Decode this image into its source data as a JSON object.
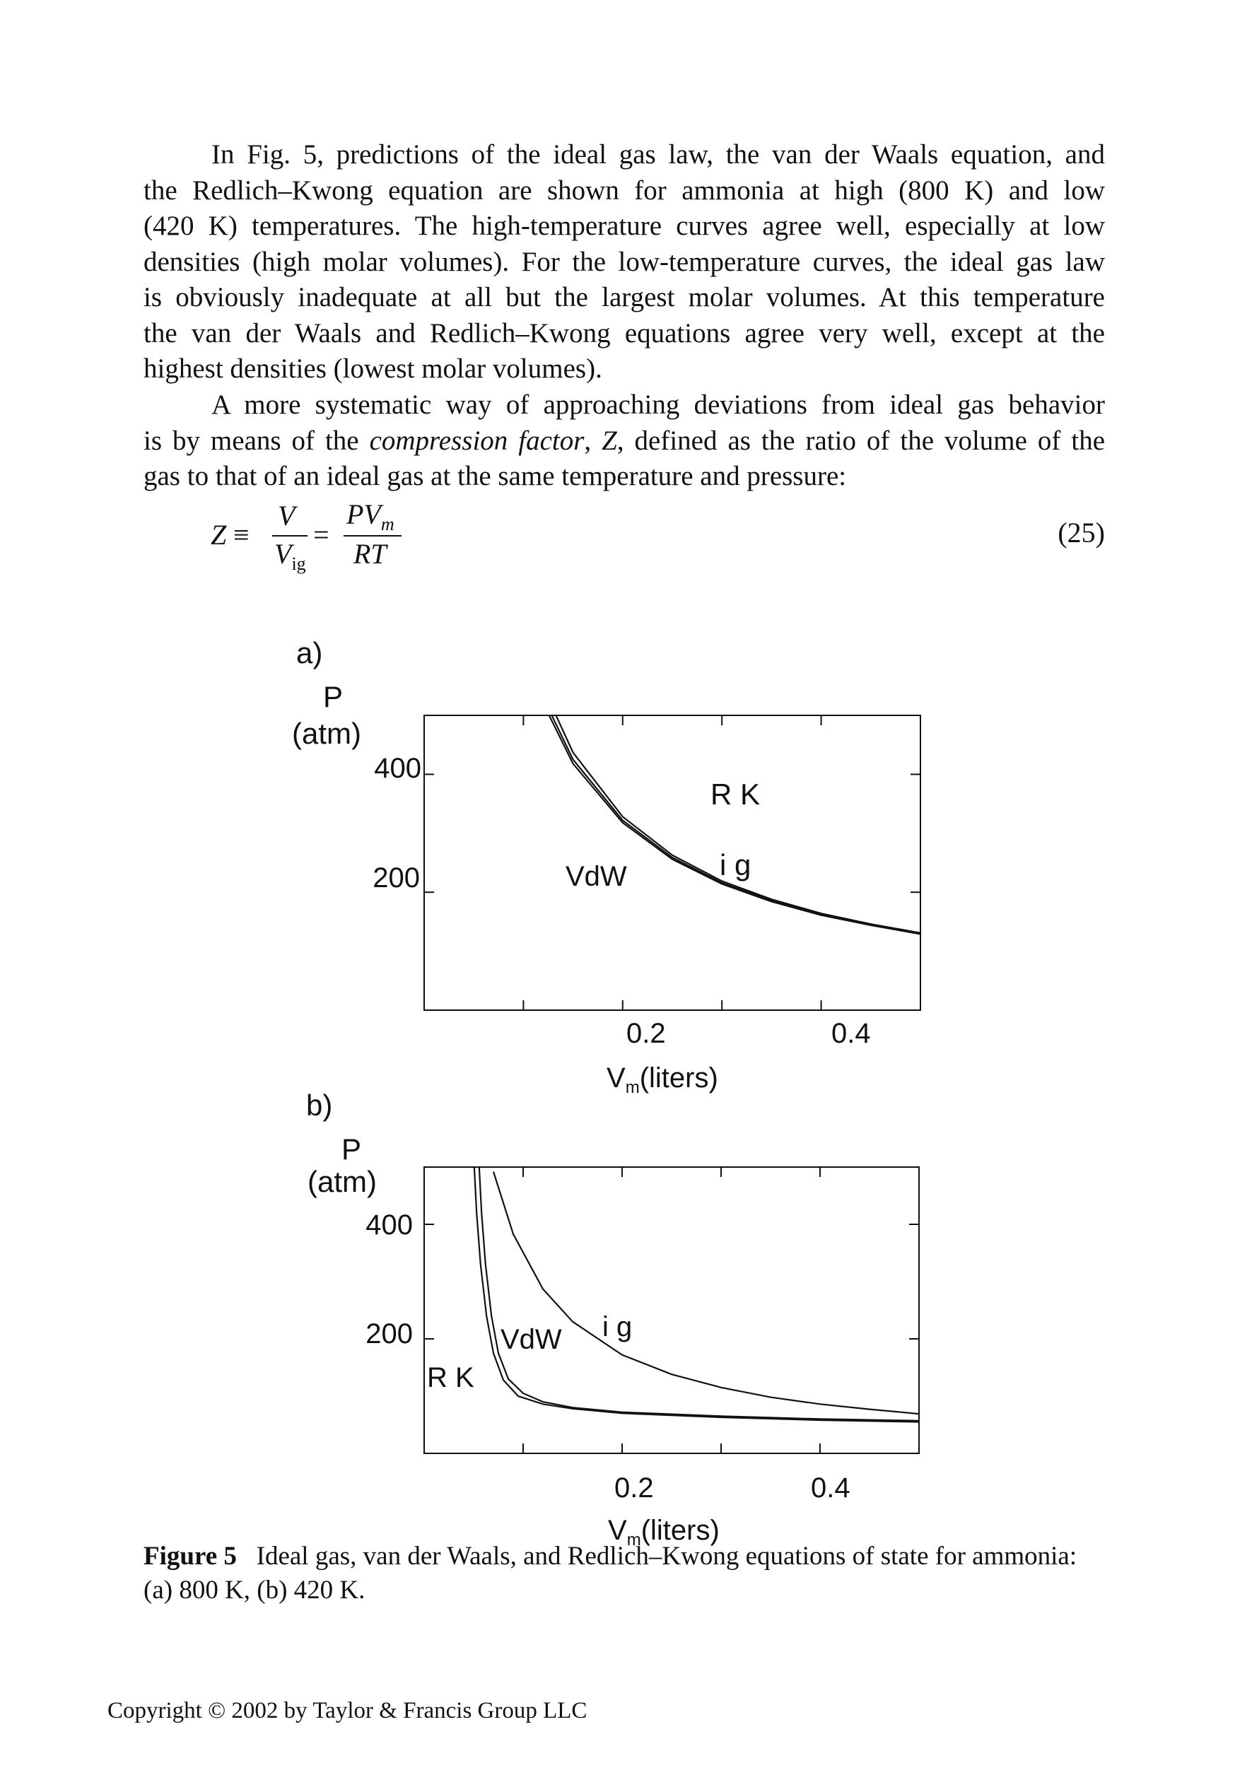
{
  "body_paragraphs": [
    {
      "lines": [
        "In Fig. 5, predictions of the ideal gas law, the van der Waals equation, and",
        "the Redlich–Kwong equation are shown for ammonia at high (800 K) and low",
        "(420 K) temperatures. The high-temperature curves agree well, especially at low",
        "densities (high molar volumes). For the low-temperature curves, the ideal gas law",
        "is obviously inadequate at all but the largest molar volumes. At this temperature",
        "the van der Waals and Redlich–Kwong equations agree very well, except at the",
        "highest densities (lowest molar volumes)."
      ]
    },
    {
      "lines_a": [
        "A more systematic way of approaching deviations from ideal gas behavior",
        "is by means of the "
      ],
      "emph": "compression factor",
      "after_emph": ", ",
      "z": "Z",
      "line2_rest": ", defined as the ratio of the volume of the",
      "line3": "gas to that of an ideal gas at the same temperature and pressure:"
    }
  ],
  "equation": {
    "lhs": "Z",
    "equiv": "≡",
    "num1": "V",
    "den1": "V",
    "den1_sub": "ig",
    "eq": "=",
    "num2": "PV",
    "num2_sub": "m",
    "den2": "RT",
    "number": "(25)"
  },
  "chart_data": [
    {
      "type": "line",
      "panel_label": "a)",
      "ylabel_top": "P",
      "ylabel_unit": "(atm)",
      "xlabel": "V",
      "xlabel_sub": "m",
      "xlabel_rest": "(liters)",
      "x_ticks": [
        "0.2",
        "0.4"
      ],
      "y_ticks": [
        "400",
        "200"
      ],
      "xlim": [
        0,
        0.5
      ],
      "ylim": [
        0,
        500
      ],
      "labels": [
        "R K",
        "i g",
        "VdW"
      ],
      "series": [
        {
          "name": "i g",
          "x": [
            0.12,
            0.15,
            0.2,
            0.25,
            0.3,
            0.35,
            0.4,
            0.45,
            0.5
          ],
          "y": [
            547,
            437,
            328,
            263,
            219,
            188,
            164,
            146,
            131
          ]
        },
        {
          "name": "VdW",
          "x": [
            0.12,
            0.15,
            0.2,
            0.25,
            0.3,
            0.35,
            0.4,
            0.45,
            0.5
          ],
          "y": [
            530,
            425,
            322,
            259,
            216,
            186,
            162,
            145,
            130
          ]
        },
        {
          "name": "R K",
          "x": [
            0.12,
            0.15,
            0.2,
            0.25,
            0.3,
            0.35,
            0.4,
            0.45,
            0.5
          ],
          "y": [
            520,
            418,
            318,
            256,
            214,
            184,
            161,
            144,
            129
          ]
        }
      ]
    },
    {
      "type": "line",
      "panel_label": "b)",
      "ylabel_top": "P",
      "ylabel_unit": "(atm)",
      "xlabel": "V",
      "xlabel_sub": "m",
      "xlabel_rest": "(liters)",
      "x_ticks": [
        "0.2",
        "0.4"
      ],
      "y_ticks": [
        "400",
        "200"
      ],
      "xlim": [
        0,
        0.5
      ],
      "ylim": [
        0,
        500
      ],
      "labels": [
        "i g",
        "VdW",
        "R K"
      ],
      "series": [
        {
          "name": "i g",
          "x": [
            0.07,
            0.09,
            0.12,
            0.15,
            0.2,
            0.25,
            0.3,
            0.35,
            0.4,
            0.45,
            0.5
          ],
          "y": [
            492,
            383,
            287,
            230,
            172,
            138,
            115,
            98,
            86,
            77,
            69
          ]
        },
        {
          "name": "VdW",
          "x": [
            0.055,
            0.058,
            0.062,
            0.068,
            0.075,
            0.085,
            0.1,
            0.12,
            0.15,
            0.2,
            0.3,
            0.4,
            0.5
          ],
          "y": [
            520,
            420,
            330,
            240,
            175,
            130,
            105,
            90,
            80,
            72,
            65,
            60,
            57
          ]
        },
        {
          "name": "R K",
          "x": [
            0.05,
            0.053,
            0.057,
            0.063,
            0.07,
            0.08,
            0.095,
            0.12,
            0.15,
            0.2,
            0.3,
            0.4,
            0.5
          ],
          "y": [
            520,
            420,
            330,
            240,
            175,
            128,
            100,
            86,
            78,
            70,
            63,
            58,
            55
          ]
        }
      ]
    }
  ],
  "caption": {
    "label": "Figure 5",
    "line1": "Ideal gas, van der Waals, and Redlich–Kwong equations of state for ammonia:",
    "line2": "(a) 800 K, (b) 420 K."
  },
  "footer": "Copyright © 2002 by Taylor & Francis Group LLC"
}
